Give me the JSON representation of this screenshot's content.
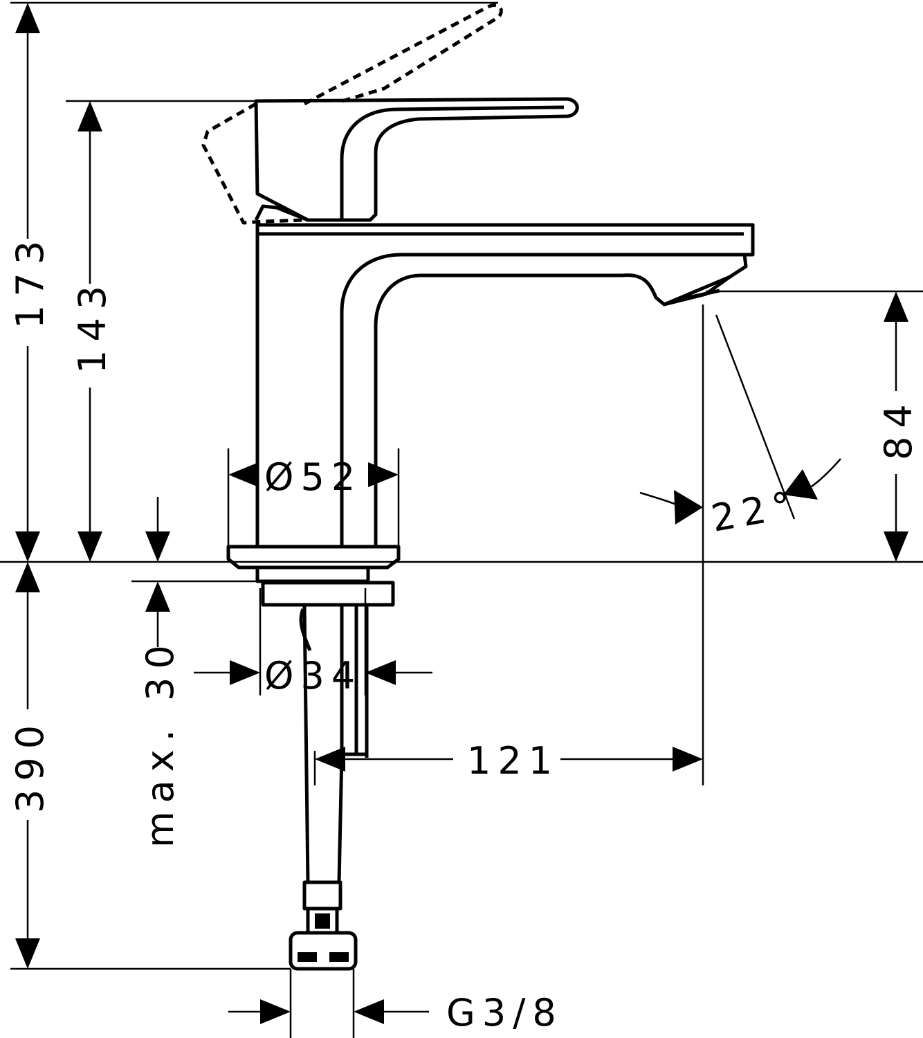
{
  "dimensions": {
    "overall_height": "173",
    "handle_height": "143",
    "spout_height": "84",
    "base_diameter": "Ø52",
    "shank_diameter": "Ø34",
    "max_thickness": "max. 30",
    "hose_length": "390",
    "spout_reach": "121",
    "spray_angle": "22°",
    "connection": "G3/8"
  },
  "colors": {
    "line": "#000000",
    "background": "#ffffff"
  }
}
